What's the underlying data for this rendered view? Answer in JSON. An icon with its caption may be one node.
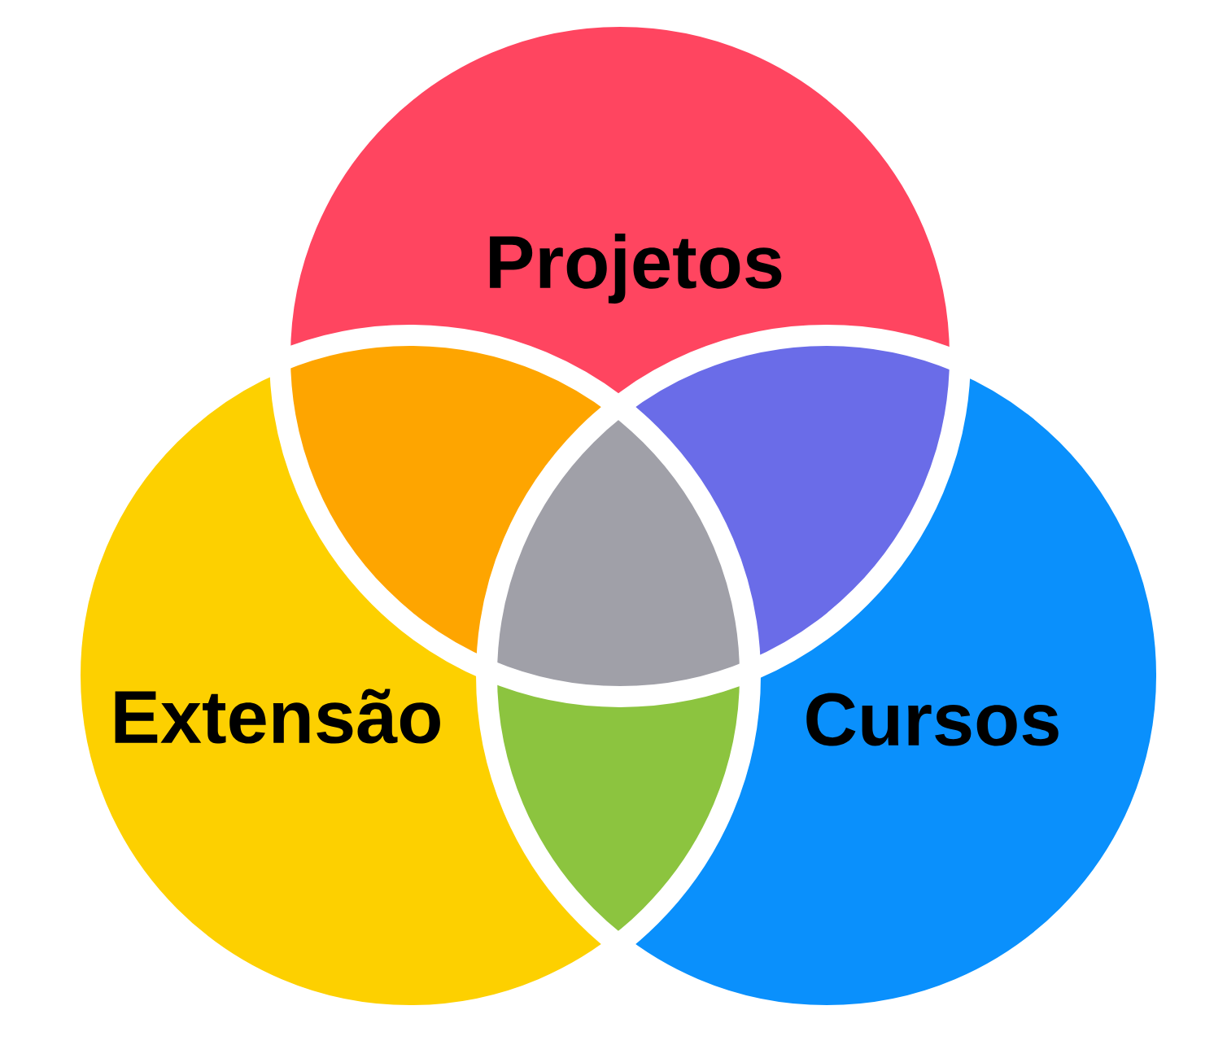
{
  "diagram": {
    "nodes": [
      {
        "text": [
          "Projetos"
        ]
      },
      {
        "text": [
          "Extensão"
        ]
      },
      {
        "text": [
          "Cursos"
        ]
      }
    ]
  }
}
